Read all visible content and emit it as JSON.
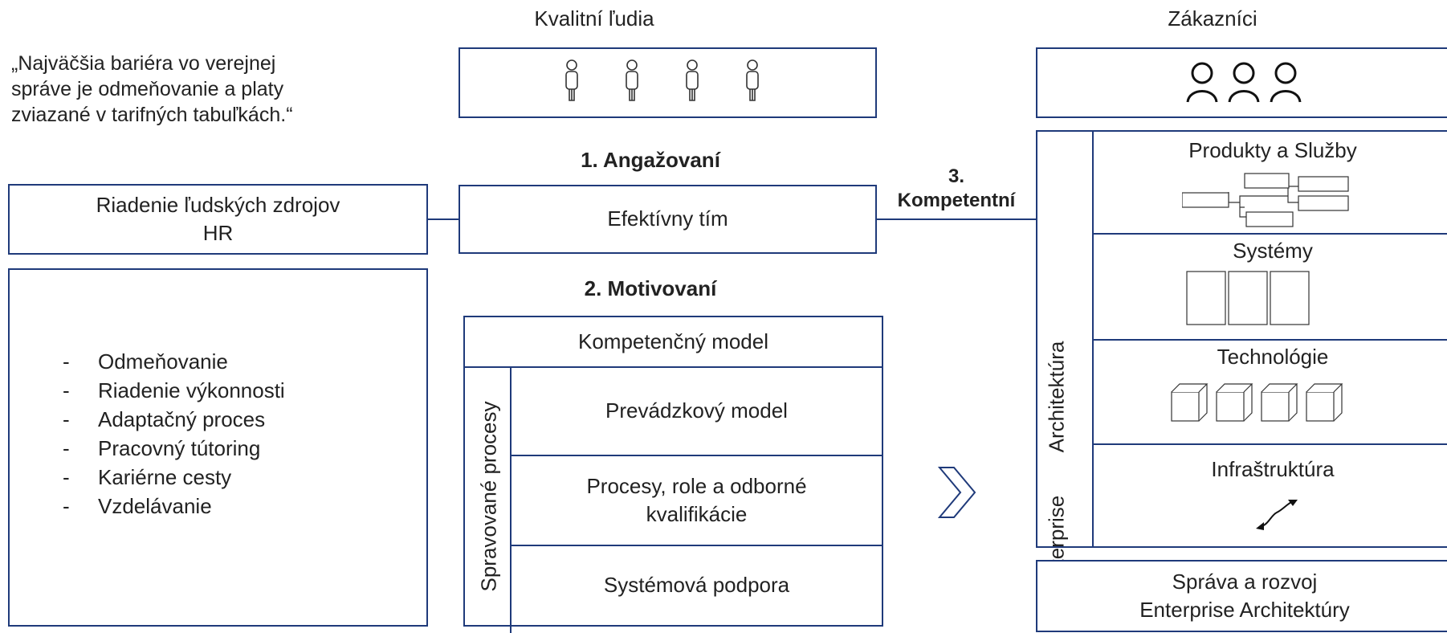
{
  "quote": "„Najväčšia bariéra vo verejnej správe je odmeňovanie a platy zviazané v tarifných tabuľkách.“",
  "people": {
    "title": "Kvalitní ľudia",
    "icon_names": [
      "person-icon",
      "person-icon",
      "person-icon",
      "person-icon"
    ]
  },
  "customers": {
    "title": "Zákazníci",
    "icon_names": [
      "user-outline-icon",
      "user-outline-icon",
      "user-outline-icon"
    ]
  },
  "pillars": {
    "engaged": "1. Angažovaní",
    "motivated": "2. Motivovaní",
    "competent_num": "3.",
    "competent": "Kompetentní"
  },
  "hr": {
    "line1": "Riadenie ľudských zdrojov",
    "line2": "HR",
    "items": [
      "Odmeňovanie",
      "Riadenie výkonnosti",
      "Adaptačný proces",
      "Pracovný tútoring",
      "Kariérne cesty",
      "Vzdelávanie"
    ],
    "bullet": "-"
  },
  "team": {
    "label": "Efektívny tím"
  },
  "processes": {
    "header": "Kompetenčný model",
    "side_label": "Spravované procesy",
    "rows": [
      {
        "line1": "Prevádzkový model",
        "line2": ""
      },
      {
        "line1": "Procesy, role a odborné",
        "line2": "kvalifikácie"
      },
      {
        "line1": "Systémová podpora",
        "line2": ""
      }
    ]
  },
  "arrow_icon": "chevron-right-icon",
  "architecture": {
    "side_label_1": "Enterprise",
    "side_label_2": "Architektúra",
    "layers": [
      "Produkty a Služby",
      "Systémy",
      "Technológie",
      "Infraštruktúra"
    ]
  },
  "governance": {
    "line1": "Správa a rozvoj",
    "line2": "Enterprise Architektúry"
  },
  "colors": {
    "border": "#1f3a7a",
    "text": "#222222"
  }
}
